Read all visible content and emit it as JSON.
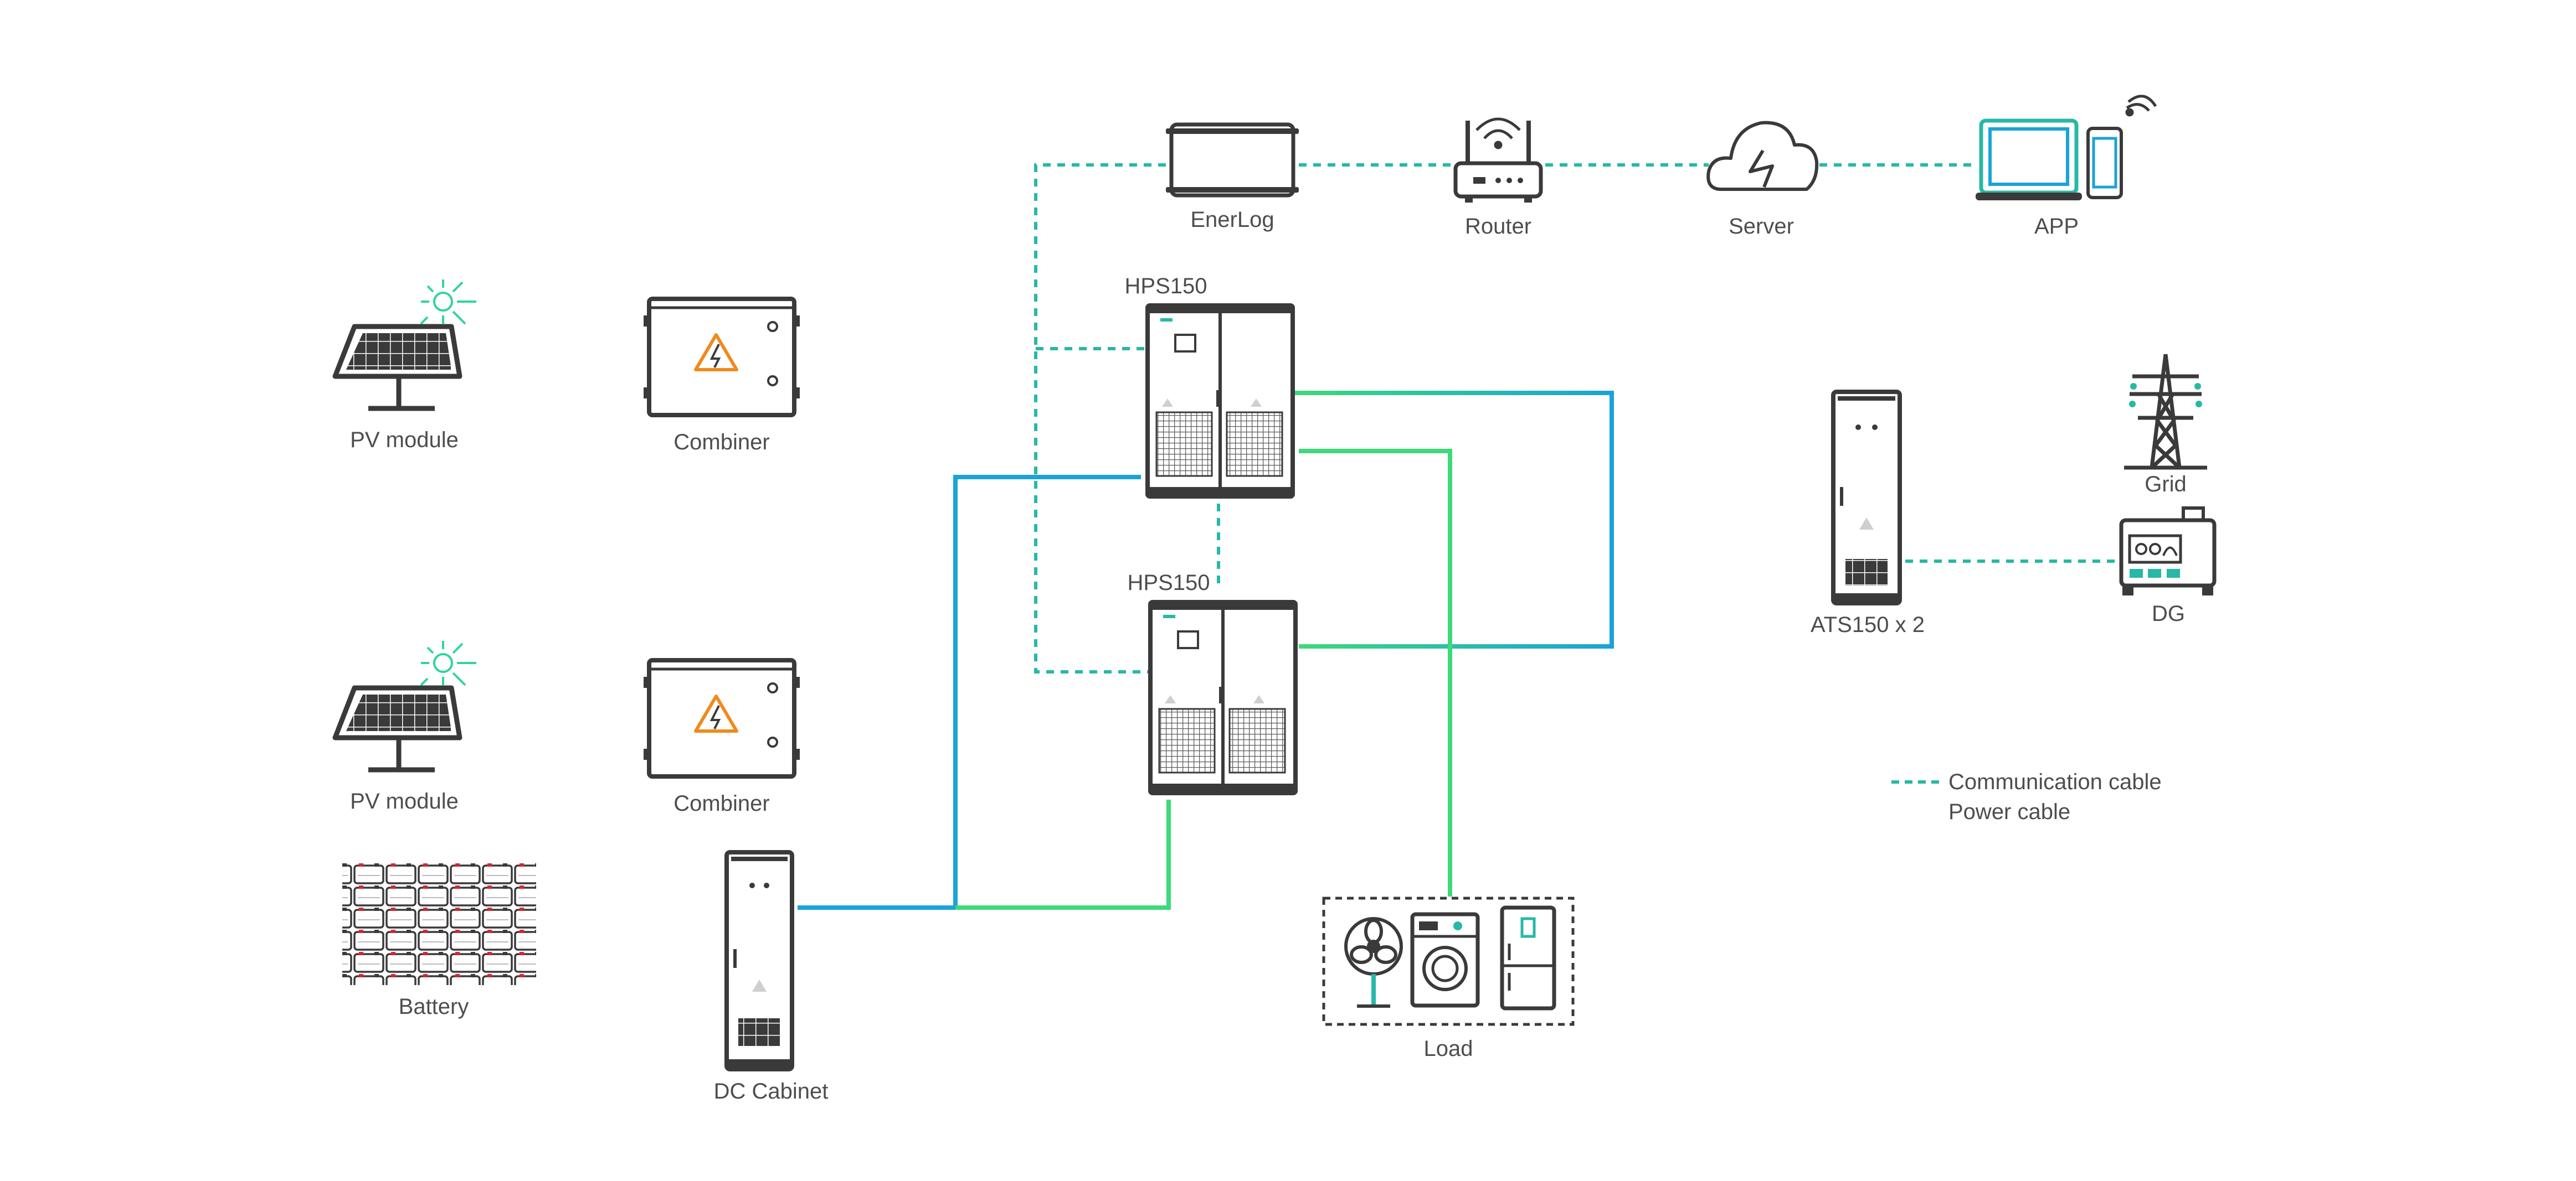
{
  "labels": {
    "pv_top": "PV module",
    "pv_bottom": "PV module",
    "combiner_top": "Combiner",
    "combiner_bottom": "Combiner",
    "battery": "Battery",
    "dc_cabinet": "DC Cabinet",
    "hps_top": "HPS150",
    "hps_bottom": "HPS150",
    "enerlog": "EnerLog",
    "router": "Router",
    "server": "Server",
    "app": "APP",
    "ats": "ATS150 x 2",
    "grid": "Grid",
    "dg": "DG",
    "load": "Load"
  },
  "legend": {
    "communication": "Communication cable",
    "power": "Power cable"
  },
  "colors": {
    "power_blue": "#1aa3d6",
    "power_green": "#3ed97a",
    "comm": "#27b8a6",
    "device_outline": "#3a3a3a",
    "device_fill": "#ffffff",
    "warning_orange": "#f08a1c",
    "label_text": "#4d4d4d",
    "battery_red": "#d8262c"
  },
  "icons": {
    "pv": "solar-panel-icon",
    "combiner": "combiner-box-icon",
    "battery": "battery-bank-icon",
    "dc_cabinet": "dc-cabinet-icon",
    "hps": "inverter-cabinet-icon",
    "enerlog": "data-logger-icon",
    "router": "router-icon",
    "server": "cloud-server-icon",
    "app": "laptop-phone-icon",
    "ats": "ats-cabinet-icon",
    "grid": "transmission-tower-icon",
    "dg": "diesel-generator-icon",
    "load": "household-load-icon"
  }
}
